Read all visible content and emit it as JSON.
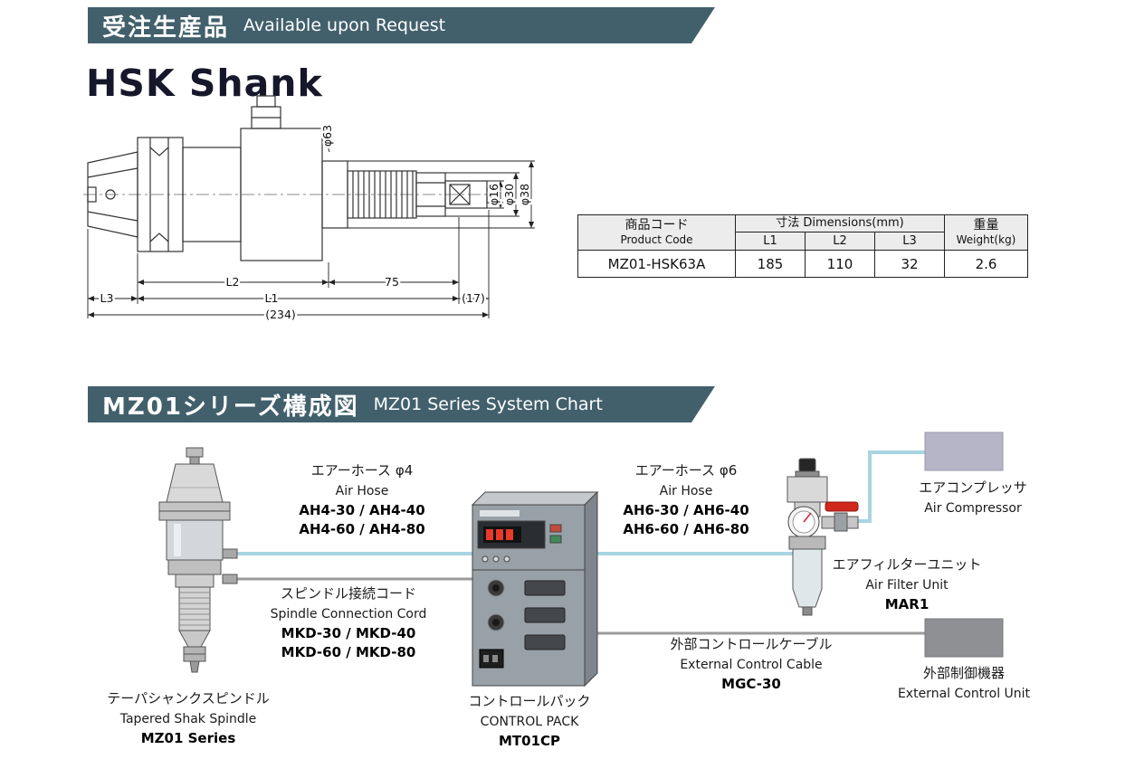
{
  "banner1": {
    "jp": "受注生産品",
    "en": "Available upon Request"
  },
  "page_title": "HSK Shank",
  "drawing": {
    "labels": {
      "d63": "φ63",
      "d16": "φ16",
      "d30": "φ30",
      "d38": "φ38",
      "l2": "L2",
      "n75": "75",
      "l3": "L3",
      "l1": "L1",
      "n17": "(17)",
      "n234": "(234)"
    }
  },
  "spec_table": {
    "header": {
      "product_code_jp": "商品コード",
      "product_code_en": "Product Code",
      "dimensions": "寸法 Dimensions(mm)",
      "l1": "L1",
      "l2": "L2",
      "l3": "L3",
      "weight_jp": "重量",
      "weight_en": "Weight(kg)"
    },
    "rows": [
      {
        "code": "MZ01-HSK63A",
        "l1": "185",
        "l2": "110",
        "l3": "32",
        "weight": "2.6"
      }
    ]
  },
  "banner2": {
    "jp": "MZ01シリーズ構成図",
    "en": "MZ01 Series System Chart"
  },
  "chart": {
    "air_hose_4": {
      "jp": "エアーホース φ4",
      "en": "Air Hose",
      "m1": "AH4-30 / AH4-40",
      "m2": "AH4-60 / AH4-80"
    },
    "spindle_cord": {
      "jp": "スピンドル接続コード",
      "en": "Spindle Connection Cord",
      "m1": "MKD-30 / MKD-40",
      "m2": "MKD-60 / MKD-80"
    },
    "air_hose_6": {
      "jp": "エアーホース φ6",
      "en": "Air Hose",
      "m1": "AH6-30 / AH6-40",
      "m2": "AH6-60 / AH6-80"
    },
    "air_compressor": {
      "jp": "エアコンプレッサ",
      "en": "Air Compressor"
    },
    "air_filter": {
      "jp": "エアフィルターユニット",
      "en": "Air Filter Unit",
      "model": "MAR1"
    },
    "external_cable": {
      "jp": "外部コントロールケーブル",
      "en": "External Control Cable",
      "model": "MGC-30"
    },
    "external_unit": {
      "jp": "外部制御機器",
      "en": "External Control Unit"
    },
    "spindle": {
      "jp": "テーパシャンクスピンドル",
      "en": "Tapered Shak Spindle",
      "model": "MZ01 Series"
    },
    "control_pack": {
      "jp": "コントロールパック",
      "en": "CONTROL PACK",
      "model": "MT01CP"
    }
  },
  "colors": {
    "banner": "#42606c",
    "air_hose_line": "#a9d5e2",
    "cord_line": "#9b9b9b",
    "compressor_box": "#b6b4c7",
    "external_unit_box": "#8f9094"
  }
}
